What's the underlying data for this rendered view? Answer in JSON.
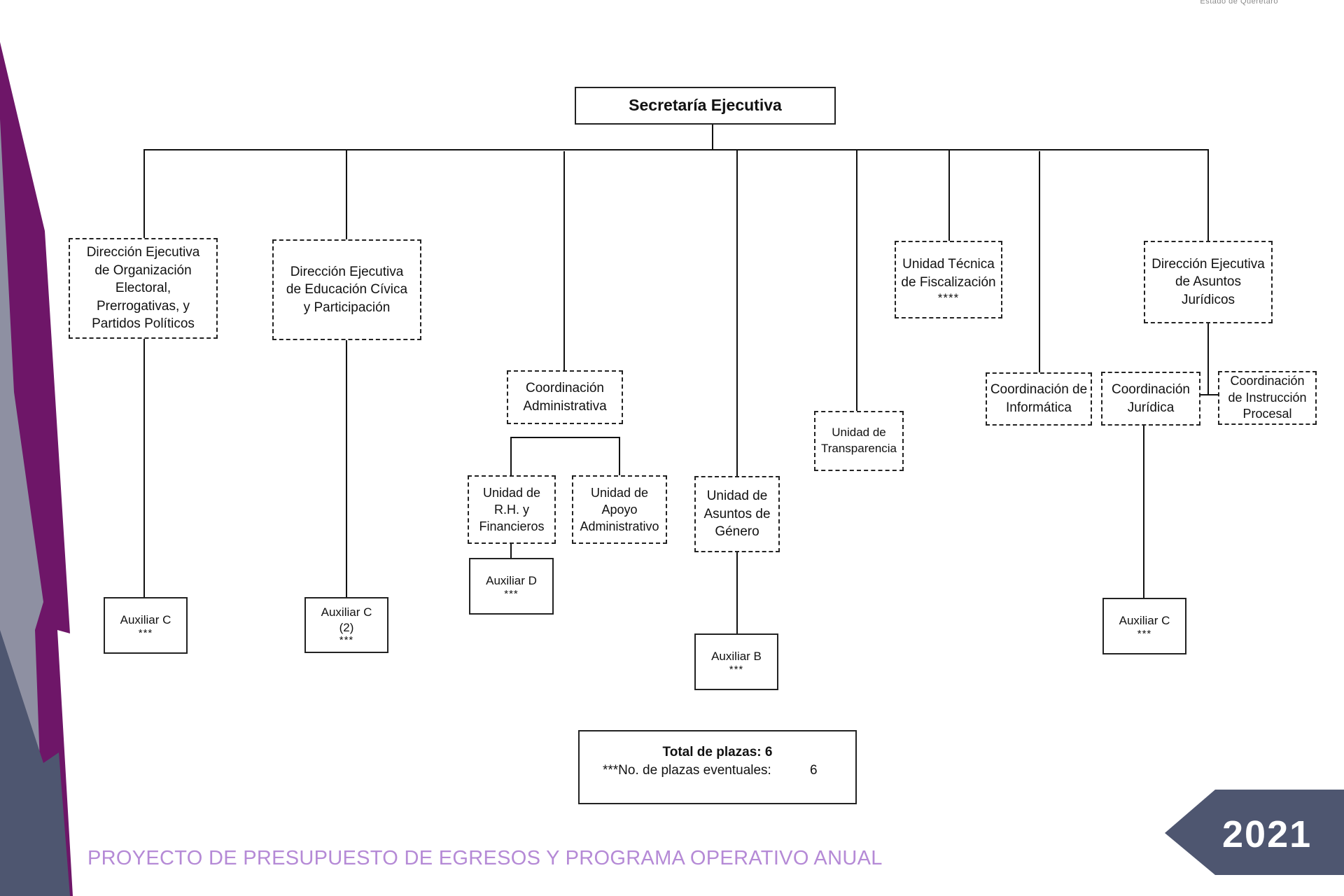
{
  "header": {
    "logo_caption": "Estado de Querétaro"
  },
  "org_chart": {
    "root": {
      "label": "Secretaría Ejecutiva"
    },
    "units": {
      "dir_organizacion": {
        "label": "Dirección Ejecutiva de Organización Electoral, Prerrogativas, y Partidos Políticos"
      },
      "dir_educacion": {
        "label": "Dirección Ejecutiva de Educación Cívica y Participación"
      },
      "coord_administrativa": {
        "label": "Coordinación Administrativa"
      },
      "unidad_rh": {
        "label": "Unidad de R.H. y Financieros"
      },
      "unidad_apoyo": {
        "label": "Unidad de Apoyo Administrativo"
      },
      "unidad_genero": {
        "label": "Unidad de Asuntos de Género"
      },
      "unidad_transparencia": {
        "label": "Unidad de Transparencia"
      },
      "unidad_fiscalizacion": {
        "label": "Unidad Técnica de Fiscalización",
        "mark": "****"
      },
      "coord_informatica": {
        "label": "Coordinación de Informática"
      },
      "dir_juridicos": {
        "label": "Dirección Ejecutiva de Asuntos Jurídicos"
      },
      "coord_juridica": {
        "label": "Coordinación Jurídica"
      },
      "coord_instruccion": {
        "label": "Coordinación de Instrucción Procesal"
      }
    },
    "positions": {
      "aux_c_1": {
        "label": "Auxiliar C",
        "mark": "***"
      },
      "aux_c_2": {
        "label": "Auxiliar C",
        "count": "(2)",
        "mark": "***"
      },
      "aux_d": {
        "label": "Auxiliar D",
        "mark": "***"
      },
      "aux_b": {
        "label": "Auxiliar B",
        "mark": "***"
      },
      "aux_c_3": {
        "label": "Auxiliar C",
        "mark": "***"
      }
    }
  },
  "summary": {
    "total_label": "Total de plazas: 6",
    "eventuales_label": "***No. de plazas eventuales:",
    "eventuales_value": "6"
  },
  "footer": {
    "title": "PROYECTO DE PRESUPUESTO DE EGRESOS Y PROGRAMA OPERATIVO ANUAL",
    "year": "2021"
  },
  "colors": {
    "purple": "#6e1668",
    "gray": "#8a8c9c",
    "slate": "#4e5670",
    "footer_text": "#b58ad6"
  }
}
